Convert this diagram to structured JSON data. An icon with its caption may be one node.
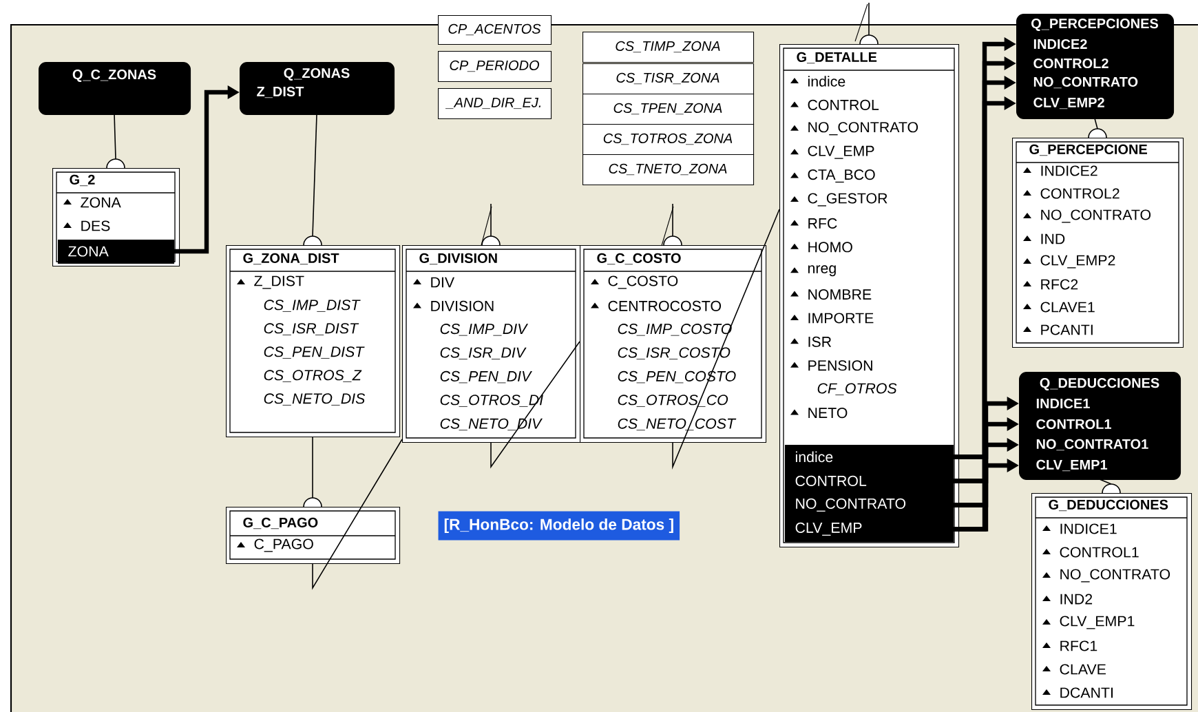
{
  "diagram": {
    "title": "[R_HonBco: Modelo de Datos ]",
    "nodes": [
      {
        "text": [
          "Q_C_ZONAS"
        ]
      },
      {
        "text": [
          "Q_ZONAS",
          "Z_DIST"
        ]
      },
      {
        "text": [
          "G_2",
          "ZONA",
          "DES"
        ]
      },
      {
        "text": [
          "ZONA"
        ],
        "in": 2
      },
      {
        "text": [
          "CP_ACENTOS"
        ]
      },
      {
        "text": [
          "CP_PERIODO"
        ]
      },
      {
        "text": [
          "_AND_DIR_EJ."
        ]
      },
      {
        "text": [
          "CS_TIMP_ZONA"
        ]
      },
      {
        "text": [
          "CS_TISR_ZONA"
        ]
      },
      {
        "text": [
          "CS_TPEN_ZONA"
        ]
      },
      {
        "text": [
          "CS_TOTROS_ZONA"
        ]
      },
      {
        "text": [
          "CS_TNETO_ZONA"
        ]
      },
      {
        "text": [
          "G_DETALLE",
          "indice",
          "CONTROL",
          "NO_CONTRATO",
          "CLV_EMP",
          "CTA_BCO",
          "C_GESTOR",
          "RFC",
          "HOMO",
          "nreg",
          "NOMBRE",
          "IMPORTE",
          "ISR",
          "PENSION",
          "CF_OTROS",
          "NETO"
        ]
      },
      {
        "text": [
          "indice"
        ],
        "in": 12
      },
      {
        "text": [
          "CONTROL"
        ],
        "in": 12
      },
      {
        "text": [
          "NO_CONTRATO"
        ],
        "in": 12
      },
      {
        "text": [
          "CLV_EMP"
        ],
        "in": 12
      },
      {
        "text": [
          "Q_PERCEPCIONES",
          "INDICE2",
          "CONTROL2",
          "NO_CONTRATO",
          "CLV_EMP2"
        ]
      },
      {
        "text": [
          "G_PERCEPCIONE",
          "INDICE2",
          "CONTROL2",
          "NO_CONTRATO",
          "IND",
          "CLV_EMP2",
          "RFC2",
          "CLAVE1",
          "PCANTI"
        ]
      },
      {
        "text": [
          "G_ZONA_DIST",
          "Z_DIST",
          "CS_IMP_DIST",
          "CS_ISR_DIST",
          "CS_PEN_DIST",
          "CS_OTROS_Z",
          "CS_NETO_DIS"
        ]
      },
      {
        "text": [
          "G_DIVISION",
          "DIV",
          "DIVISION",
          "CS_IMP_DIV",
          "CS_ISR_DIV",
          "CS_PEN_DIV",
          "CS_OTROS_DI",
          "CS_NETO_DIV"
        ]
      },
      {
        "text": [
          "G_C_COSTO",
          "C_COSTO",
          "CENTROCOSTO",
          "CS_IMP_COSTO",
          "CS_ISR_COSTO",
          "CS_PEN_COSTO",
          "CS_OTROS_CO",
          "CS_NETO_COST"
        ]
      },
      {
        "text": [
          "Q_DEDUCCIONES",
          "INDICE1",
          "CONTROL1",
          "NO_CONTRATO1",
          "CLV_EMP1"
        ]
      },
      {
        "text": [
          "G_DEDUCCIONES",
          "INDICE1",
          "CONTROL1",
          "NO_CONTRATO",
          "IND2",
          "CLV_EMP1",
          "RFC1",
          "CLAVE",
          "DCANTI"
        ]
      },
      {
        "text": [
          "G_C_PAGO",
          "C_PAGO"
        ]
      }
    ],
    "edges": [
      {
        "from": 0,
        "to": 2,
        "arrow": "other"
      },
      {
        "from": 3,
        "to": 1,
        "arrow": "to",
        "style": "thick"
      },
      {
        "from": 1,
        "to": 19,
        "arrow": "other"
      },
      {
        "from": null,
        "to": 20,
        "arrow": "other"
      },
      {
        "from": null,
        "to": 21,
        "arrow": "other"
      },
      {
        "from": null,
        "to": 12,
        "arrow": "other"
      },
      {
        "from": 19,
        "to": 24,
        "arrow": "other"
      },
      {
        "from": 13,
        "to": 17,
        "arrow": "to",
        "style": "thick"
      },
      {
        "from": 14,
        "to": 17,
        "arrow": "to",
        "style": "thick"
      },
      {
        "from": 15,
        "to": 17,
        "arrow": "to",
        "style": "thick"
      },
      {
        "from": 16,
        "to": 17,
        "arrow": "to",
        "style": "thick"
      },
      {
        "from": 13,
        "to": 22,
        "arrow": "to",
        "style": "thick"
      },
      {
        "from": 14,
        "to": 22,
        "arrow": "to",
        "style": "thick"
      },
      {
        "from": 15,
        "to": 22,
        "arrow": "to",
        "style": "thick"
      },
      {
        "from": 16,
        "to": 22,
        "arrow": "to",
        "style": "thick"
      },
      {
        "from": 17,
        "to": 18,
        "arrow": "other"
      },
      {
        "from": 22,
        "to": 23,
        "arrow": "other"
      },
      {
        "from": 24,
        "to": 20,
        "arrow": "none"
      },
      {
        "from": 20,
        "to": 21,
        "arrow": "none"
      },
      {
        "from": 21,
        "to": 12,
        "arrow": "none"
      }
    ]
  }
}
